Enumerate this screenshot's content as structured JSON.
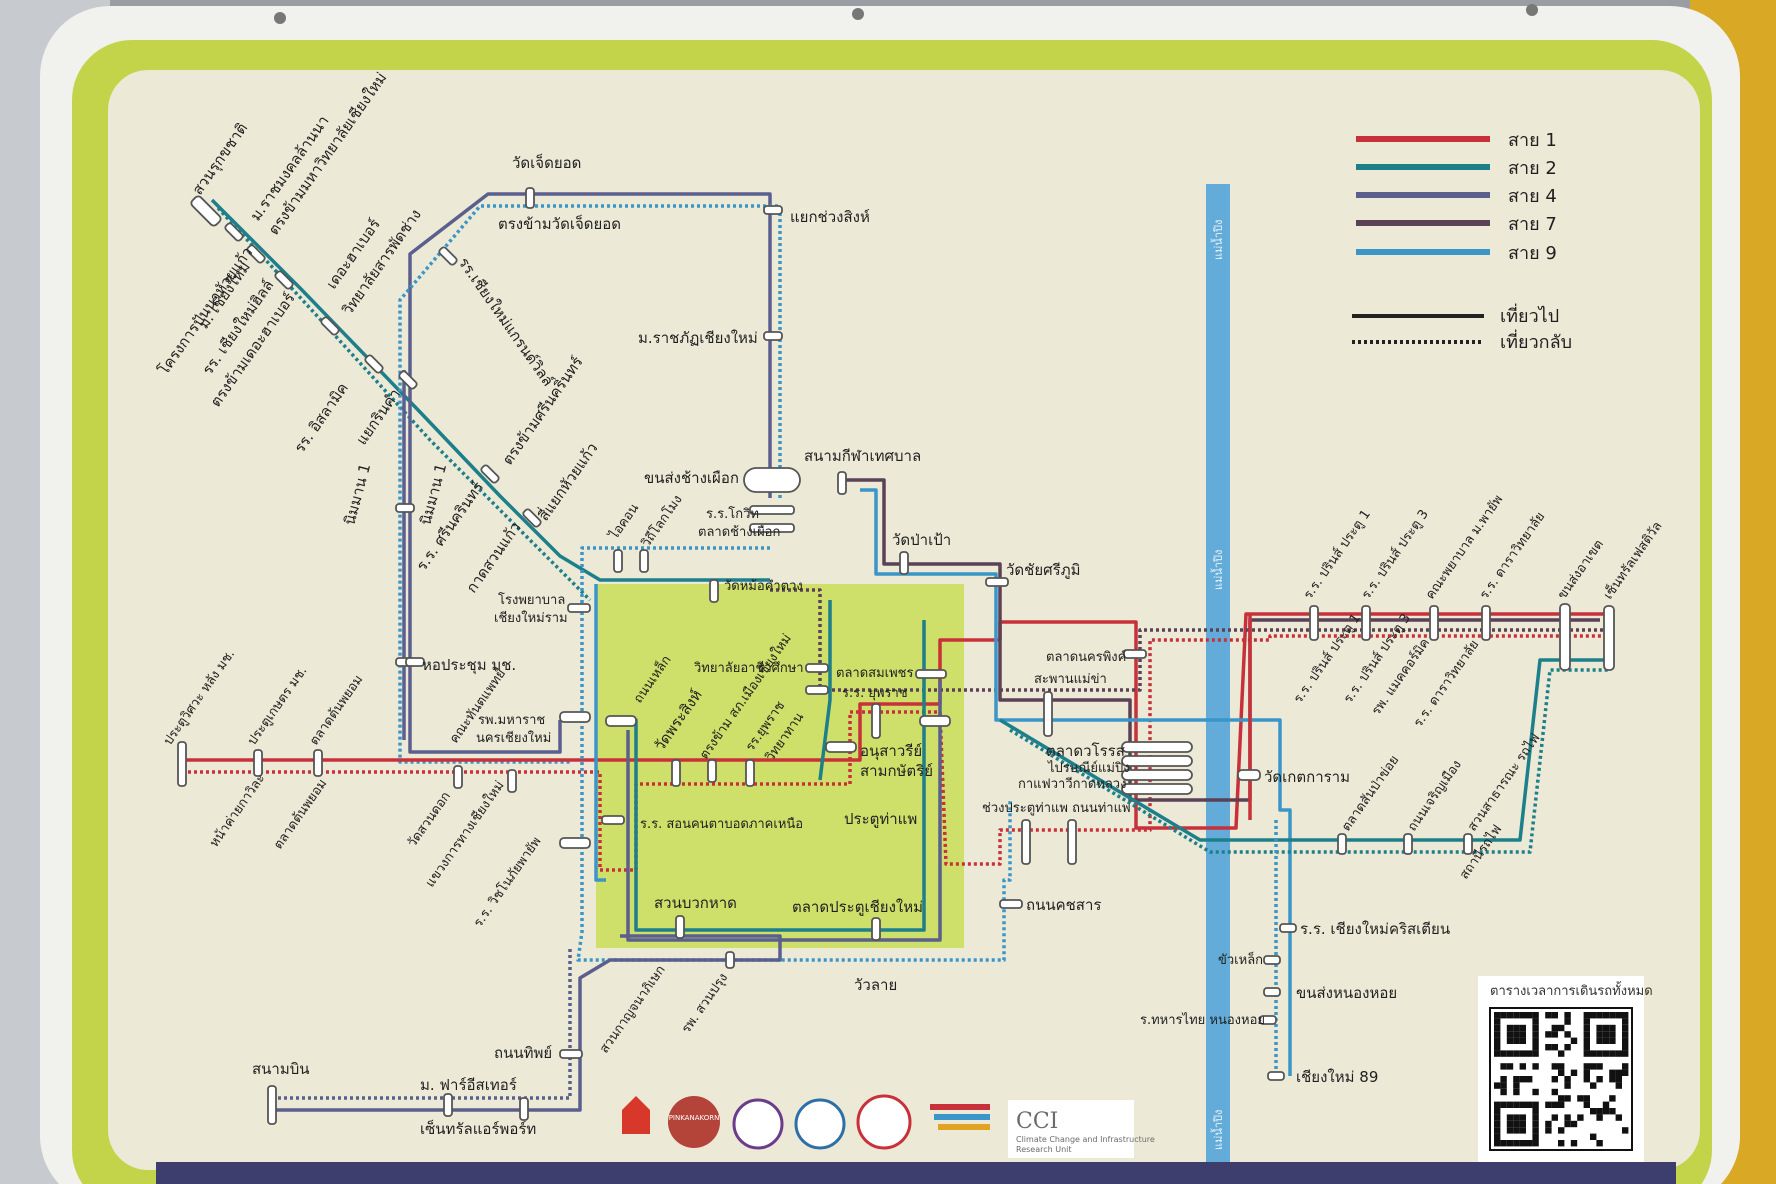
{
  "legend": {
    "routes": [
      {
        "label": "สาย 1",
        "color": "#c8303a"
      },
      {
        "label": "สาย 2",
        "color": "#1d7f8a"
      },
      {
        "label": "สาย 4",
        "color": "#5a5f8e"
      },
      {
        "label": "สาย 7",
        "color": "#5b4157"
      },
      {
        "label": "สาย 9",
        "color": "#3a95c8"
      }
    ],
    "outbound": "เที่ยวไป",
    "return": "เที่ยวกลับ"
  },
  "river": {
    "label_top": "แม่น้ำปิง",
    "label_mid": "แม่น้ำปิง",
    "label_bottom": "แม่น้ำปิง"
  },
  "stations": {
    "s01": "สวนรุกขชาติ",
    "s02": "ม.ราชมงคลล้านนา",
    "s03": "ตรงข้ามมหาวิทยาลัยเชียงใหม่",
    "s04": "ม. เชียงใหม่",
    "s05": "โครงการปันนาหัวยแก้ว",
    "s06": "รร. เชียงใหม่ฮิลล์",
    "s07": "ตรงข้ามเดอะฮาเบอร์",
    "s08": "เดอะฮาเบอร์",
    "s09": "วิทยาลัยสารพัดช่าง",
    "s10": "รร. อิสลามิค",
    "s11": "แยกรินคำ",
    "s12": "นิมมาน 1",
    "s13": "นิมมาน 1",
    "s14": "รร.เชียงใหม่แกรนด์วิลล์",
    "s15": "ตรงข้ามศรีนครินทร์",
    "s16": "ร.ร. ศรีนครินทร์",
    "s17": "สี่แยกหัวยแก้ว",
    "s18": "กาดสวนแก้ว",
    "s19": "วัดเจ็ดยอด",
    "s20": "ตรงข้ามวัดเจ็ดยอด",
    "s21": "แยกช่วงสิงห์",
    "s22": "ม.ราชภัฏเชียงใหม่",
    "s23": "ขนส่งช้างเผือก",
    "s24": "สนามกีฬาเทศบาล",
    "s25": "ร.ร.โกวิท",
    "s26": "ตลาดช้างเผือก",
    "s27": "ไอคอน",
    "s28": "วิถีโลกโมง",
    "s29": "โรงพยาบาล",
    "s30": "เชียงใหม่ราม",
    "s31": "วัดหม้อคำตวง",
    "s32": "วัดป่าเป้า",
    "s33": "วัดชัยศรีภูมิ",
    "s34": "วิทยาลัยอาชีวศึกษา",
    "s35": "ตลาดสมเพชร",
    "s36": "ร.ร. ยุพราช",
    "s37": "หอประชุม มช.",
    "s38": "ประตูวิศวะ หลัง มช.",
    "s39": "ประตูเกษตร มช.",
    "s40": "ตลาดต้นพยอม",
    "s41": "คณะทันตแพทย์",
    "s42": "รพ.มหาราช",
    "s43": "นครเชียงใหม่",
    "s44": "ถนนเหล็ก",
    "s45": "วัดพระสิงห์",
    "s46": "ตรงข้าม สภ.เมืองเชียงใหม่",
    "s47": "รร.ยุพราช",
    "s48": "วิทยาทาน",
    "s49": "อนุสาวรีย์",
    "s50": "สามกษัตริย์",
    "s51": "ร.ร. สอนคนตาบอดภาคเหนือ",
    "s52": "ประตูท่าแพ",
    "s53": "หน้าค่ายกาวิละ",
    "s54": "ตลาดต้นพยอม",
    "s55": "วัดสวนดอก",
    "s56": "แขวงการทางเชียงใหม่",
    "s57": "ร.ร. วิชโนภัยพายัพ",
    "s58": "สวนบวกหาด",
    "s59": "ตลาดประตูเชียงใหม่",
    "s60": "วัวลาย",
    "s61": "สวนกาญจนาภิเษก",
    "s62": "รพ. สวนปรุง",
    "s63": "ถนนทิพย์",
    "s64": "สนามบิน",
    "s65": "ม. ฟาร์อีสเทอร์",
    "s66": "เซ็นทรัลแอร์พอร์ท",
    "s67": "ตลาดนครพิงค์",
    "s68": "สะพานแม่ข่า",
    "s69": "ตลาดวโรรส",
    "s70": "ไปรษณีย์แม่ปิง",
    "s71": "กาแฟวาวีกาดหลวง",
    "s72": "ช่วงประตูท่าแพ ถนนท่าแพ",
    "s73": "ถนนคชสาร",
    "s74": "วัดเกตการาม",
    "s75": "ตลาดสันป่าข่อย",
    "s76": "ถนนเจริญเมือง",
    "s77": "สวนสาธารณะ รถไฟ",
    "s78": "สถานีรถไฟ",
    "s79": "ร.ร. เชียงใหม่คริสเตียน",
    "s80": "ขัวเหล็ก",
    "s81": "ขนส่งหนองหอย",
    "s82": "ร.ทหารไทย หนองหอย",
    "s83": "เชียงใหม่ 89",
    "s84": "ร.ร. ปรินส์ ประตู 1",
    "s85": "ร.ร. ปรินส์ ประตู 3",
    "s86": "คณะพยาบาล ม.พายัพ",
    "s87": "ร.ร. ดาราวิทยาลัย",
    "s88": "ขนส่งอาเขต",
    "s89": "เซ็นทรัลเฟสติวัล",
    "s90": "ร.ร. ปรินส์ ประตู 1",
    "s91": "ร.ร. ปรินส์ ประตู 3",
    "s92": "รพ. แมคคอร์มิค",
    "s93": "ร.ร. ดาราวิทยาลัย"
  },
  "footer": {
    "qr_caption": "ตารางเวลาการเดินรถทั้งหมด",
    "logo_pinkanakorn": "PINKANAKORN",
    "logo_cci": "CCI",
    "logo_cci_sub1": "Climate Change and Infrastructure",
    "logo_cci_sub2": "Research Unit"
  }
}
